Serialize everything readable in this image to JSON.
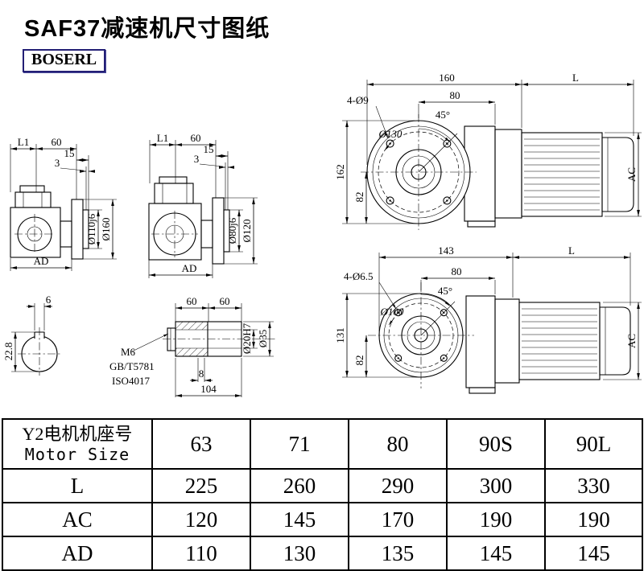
{
  "page": {
    "title": "SAF37减速机尺寸图纸",
    "brand": "BOSERL"
  },
  "drawings": {
    "side_view_1": {
      "L1": "L1",
      "d60": "60",
      "d15": "15",
      "d3": "3",
      "spigot": "Ø110j6",
      "flange": "Ø160",
      "AD": "AD"
    },
    "side_view_2": {
      "L1": "L1",
      "d60": "60",
      "d15": "15",
      "d3": "3",
      "spigot": "Ø80j6",
      "flange": "Ø120",
      "AD": "AD"
    },
    "front_view_1": {
      "w": "160",
      "L": "L",
      "holes": "4-Ø9",
      "d80": "80",
      "angle": "45°",
      "bc": "Ø130",
      "h": "162",
      "d82": "82",
      "AC": "AC"
    },
    "front_view_2": {
      "w": "143",
      "L": "L",
      "holes": "4-Ø6.5",
      "d80": "80",
      "angle": "45°",
      "bc": "Ø100",
      "h": "131",
      "d82": "82",
      "AC": "AC"
    },
    "shaft_end": {
      "key_w": "6",
      "key_h": "22.8"
    },
    "shaft_detail": {
      "seg1": "60",
      "seg2": "60",
      "thread": "M6",
      "std1": "GB/T5781",
      "std2": "ISO4017",
      "d8": "8",
      "len": "104",
      "bore": "Ø20H7",
      "od": "Ø35"
    }
  },
  "table": {
    "motor_size_cn": "Y2电机机座号",
    "motor_size_en": "Motor Size",
    "sizes": [
      "63",
      "71",
      "80",
      "90S",
      "90L"
    ],
    "rows": [
      {
        "label": "L",
        "values": [
          "225",
          "260",
          "290",
          "300",
          "330"
        ]
      },
      {
        "label": "AC",
        "values": [
          "120",
          "145",
          "170",
          "190",
          "190"
        ]
      },
      {
        "label": "AD",
        "values": [
          "110",
          "130",
          "135",
          "145",
          "145"
        ]
      }
    ]
  }
}
